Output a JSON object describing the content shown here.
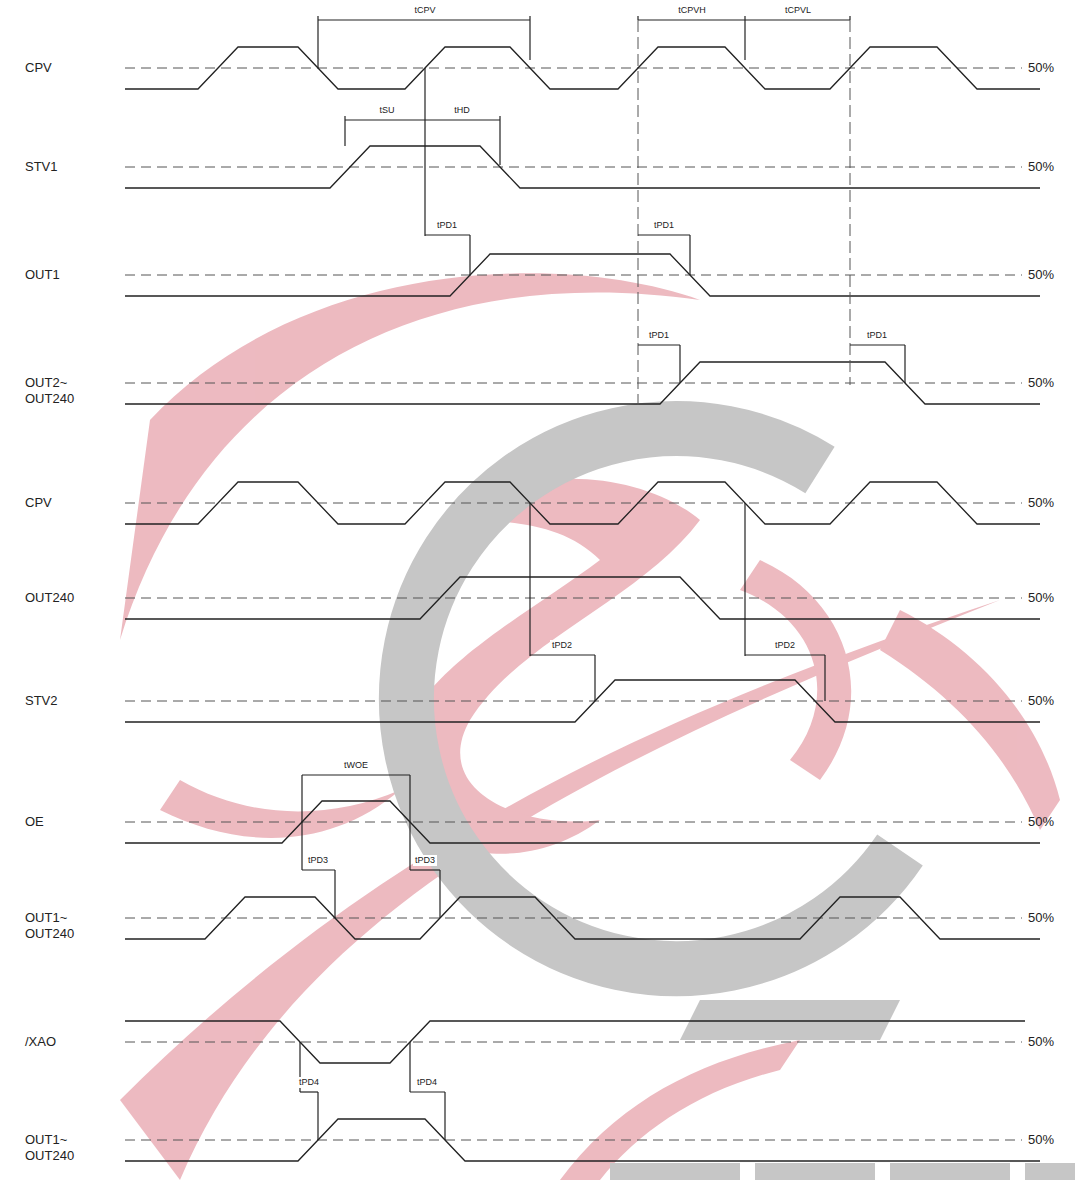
{
  "diagram": {
    "labels": [
      "CPV",
      "50%",
      "STV1",
      "50%",
      "OUT1",
      "50%",
      "OUT2~ OUT240",
      "50%",
      "CPV",
      "50%",
      "OUT240",
      "50%",
      "STV2",
      "50%",
      "OE",
      "50%",
      "OUT1~ OUT240",
      "50%",
      "/XAO",
      "50%",
      "OUT1~ OUT240",
      "50%",
      "tCPV",
      "tCPVH",
      "tCPVL",
      "tSU",
      "tHD",
      "tPD1",
      "tPD1",
      "tPD1",
      "tPD1",
      "tPD2",
      "tPD2",
      "tWOE",
      "tPD3",
      "tPD3",
      "tPD4",
      "tPD4"
    ]
  }
}
